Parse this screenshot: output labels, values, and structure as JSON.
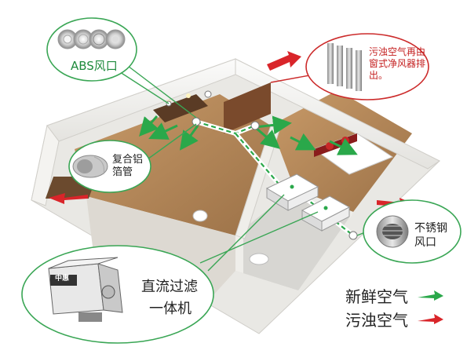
{
  "labels": {
    "abs_vent": "ABS风口",
    "exhaust_note": "污浊空气再由窗式净风器排出。",
    "aluminum_duct": "复合铝箔管",
    "stainless_vent": "不锈钢风口",
    "unit_line1": "直流过滤",
    "unit_line2": "一体机",
    "unit_brand": "中惠"
  },
  "legend": {
    "fresh_air": "新鲜空气",
    "dirty_air": "污浊空气"
  },
  "colors": {
    "fresh": "#2aa84a",
    "dirty": "#d9252a",
    "callout_green": "#3aa655",
    "callout_red": "#cc2b2b",
    "floor": "#b88a5a",
    "wall": "#f2f1ee"
  }
}
